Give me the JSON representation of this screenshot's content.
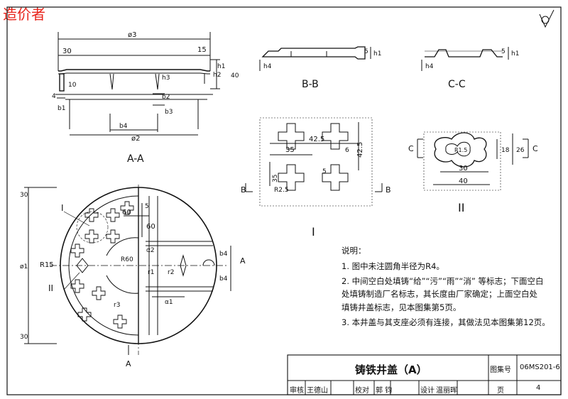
{
  "watermark": "造价者",
  "views": {
    "section_aa": {
      "title": "A-A",
      "dims": {
        "overall": "ø3",
        "bottom": "ø2",
        "left_top": "30",
        "right_top": "15",
        "h1": "h1",
        "h2": "h2",
        "h3": "h3",
        "d40": "40",
        "d10": "10",
        "d4": "4",
        "b1": "b1",
        "b2": "b2",
        "b3": "b3",
        "b4": "b4"
      }
    },
    "section_bb": {
      "title": "B-B",
      "dims": {
        "h1": "h1",
        "h4": "h4",
        "d5": "5"
      }
    },
    "section_cc": {
      "title": "C-C",
      "dims": {
        "h1": "h1",
        "h4": "h4",
        "d5": "5"
      }
    },
    "detail_i": {
      "title": "I",
      "dims": {
        "d425_top": "42.5",
        "d425_side": "42.5",
        "d35_a": "35",
        "d35_b": "35",
        "d6": "6",
        "d5": "5",
        "r25": "R2.5",
        "B_left": "B",
        "B_right": "B"
      }
    },
    "detail_ii": {
      "title": "II",
      "dims": {
        "d30": "30",
        "d40": "40",
        "d18": "18",
        "d26": "26",
        "r": "R1.5",
        "C_left": "C",
        "C_right": "C"
      }
    },
    "plan": {
      "labels": {
        "I": "I",
        "II": "II",
        "r15": "R15",
        "r60": "R60",
        "d60": "60",
        "d5": "5",
        "d60v": "60",
        "a2": "α2",
        "a1": "α1",
        "b4a": "b4",
        "b4b": "b4",
        "phi1": "ø1",
        "d30a": "30",
        "d30b": "30",
        "A_top": "A",
        "A_bottom": "A",
        "r1": "r1",
        "r2": "r2",
        "r3": "r3"
      }
    }
  },
  "notes": {
    "heading": "说明：",
    "items": [
      "1.  图中未注圆角半径为R4。",
      "2.  中间空白处填铸“给”“污”“雨”“消” 等标志；下面空白",
      "     处填铸制造厂名标志，其长度由厂家确定；上面空白处",
      "     填铸井盖标志，见本图集第5页。",
      "3.  本井盖与其支座必须有连接，其做法见本图集第12页。"
    ]
  },
  "title_block": {
    "title": "铸铁井盖（A）",
    "atlas_label": "图集号",
    "atlas_no": "06MS201-6",
    "review_label": "审核",
    "reviewer": "王德山",
    "check_label": "校对",
    "checker": "郭 钧",
    "design_label": "设计",
    "designer": "温丽晖",
    "page_label": "页",
    "page_no": "4"
  }
}
